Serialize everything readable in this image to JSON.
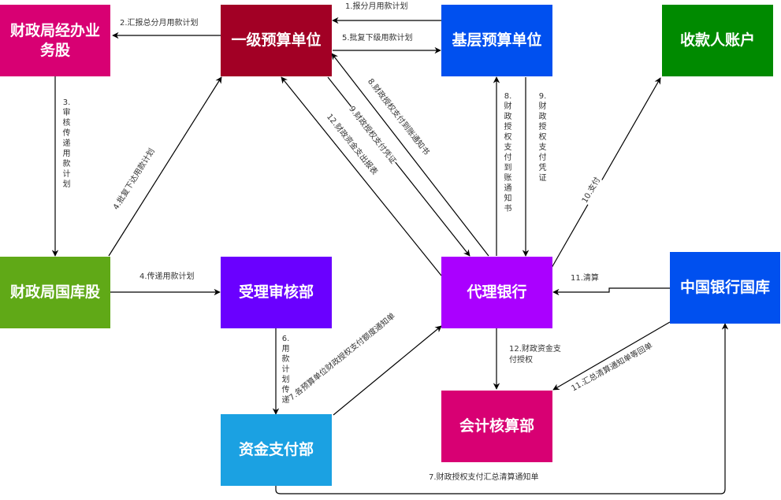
{
  "nodes": {
    "caizheng_jingban": {
      "label": "财政局经办业务股",
      "color": "#d80073"
    },
    "yiji_yusuan": {
      "label": "一级预算单位",
      "color": "#a20025"
    },
    "jiceng_yusuan": {
      "label": "基层预算单位",
      "color": "#0050ef"
    },
    "shoukuanren": {
      "label": "收款人账户",
      "color": "#008a00"
    },
    "caizheng_guoku": {
      "label": "财政局国库股",
      "color": "#60a917"
    },
    "shouli_shenhe": {
      "label": "受理审核部",
      "color": "#6a00ff"
    },
    "daili_yinhang": {
      "label": "代理银行",
      "color": "#aa00ff"
    },
    "zhongguo_yinhang": {
      "label": "中国银行国库",
      "color": "#0050ef"
    },
    "kuaiji_hesuan": {
      "label": "会计核算部",
      "color": "#d80073"
    },
    "zijin_zhifu": {
      "label": "资金支付部",
      "color": "#1ba1e2"
    }
  },
  "edges": {
    "e1": "1.报分月用款计划",
    "e2": "2.汇报总分月用款计划",
    "e3": "3.审核传递用款计划",
    "e4a": "4.批复下达用款计划",
    "e4b": "4.传递用款计划",
    "e5": "5.批复下级用款计划",
    "e6": "6.用款计划传递",
    "e7a": "7.各预算单位财政授权支付额度通知单",
    "e7b": "7.财政授权支付汇总清算通知单",
    "e8a": "8.财政授权支付到账通知书",
    "e8b": "8.财政授权支付到账通知书",
    "e9a": "9.财政授权支付凭证",
    "e9b": "9.财政授权支付凭证",
    "e10": "10.支付",
    "e11a": "11.清算",
    "e11b": "11.汇总清算通知单等回单",
    "e12a": "12.财政资金支出报表",
    "e12b": "12.财政资金支付授权"
  }
}
